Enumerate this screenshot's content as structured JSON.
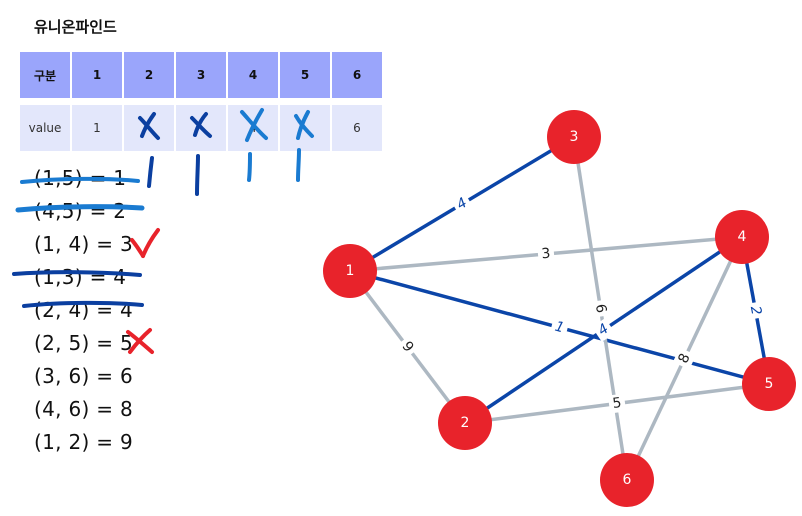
{
  "title": "유니온파인드",
  "table": {
    "header_label": "구분",
    "columns": [
      "1",
      "2",
      "3",
      "4",
      "5",
      "6"
    ],
    "row_label": "value",
    "values": [
      "1",
      "",
      "",
      "4",
      "",
      "6"
    ]
  },
  "edge_list": [
    {
      "text": "(1,5) = 1",
      "struck": true
    },
    {
      "text": "(4,5) = 2",
      "struck": true
    },
    {
      "text": "(1, 4) = 3",
      "struck": false,
      "rejected": true
    },
    {
      "text": "(1,3) = 4",
      "struck": true
    },
    {
      "text": "(2, 4) = 4",
      "struck": true
    },
    {
      "text": "(2, 5) = 5",
      "struck": false,
      "rejected": true
    },
    {
      "text": "(3, 6) = 6",
      "struck": false
    },
    {
      "text": "(4, 6) = 8",
      "struck": false
    },
    {
      "text": "(1, 2) = 9",
      "struck": false
    }
  ],
  "graph": {
    "nodes": [
      "1",
      "2",
      "3",
      "4",
      "5",
      "6"
    ],
    "edges": [
      {
        "from": "1",
        "to": "3",
        "weight": "4",
        "in_mst": true
      },
      {
        "from": "1",
        "to": "4",
        "weight": "3",
        "in_mst": false
      },
      {
        "from": "1",
        "to": "5",
        "weight": "1",
        "in_mst": true
      },
      {
        "from": "1",
        "to": "2",
        "weight": "9",
        "in_mst": false
      },
      {
        "from": "3",
        "to": "6",
        "weight": "6",
        "in_mst": false
      },
      {
        "from": "2",
        "to": "4",
        "weight": "4",
        "in_mst": true
      },
      {
        "from": "4",
        "to": "5",
        "weight": "2",
        "in_mst": true
      },
      {
        "from": "4",
        "to": "6",
        "weight": "8",
        "in_mst": false
      },
      {
        "from": "2",
        "to": "5",
        "weight": "5",
        "in_mst": false
      }
    ]
  },
  "colors": {
    "header_bg": "#9aa5fb",
    "value_bg": "#e3e7fb",
    "node_fill": "#e8232b",
    "mst_edge": "#0b45a8",
    "other_edge": "#adb8c2",
    "strike_blue": "#1a7bd1",
    "strike_dark": "#0b3fa0",
    "reject_red": "#e8232b"
  }
}
